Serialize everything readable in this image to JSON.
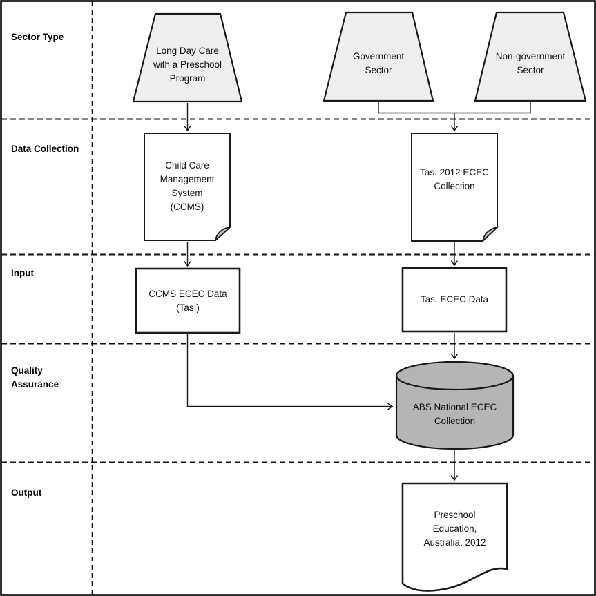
{
  "diagram": {
    "type": "flowchart",
    "row_labels": {
      "sector_type": {
        "label": "Sector Type",
        "lines": [
          "Sector Type"
        ]
      },
      "data_collection": {
        "label": "Data Collection",
        "lines": [
          "Data Collection"
        ]
      },
      "input": {
        "label": "Input",
        "lines": [
          "Input"
        ]
      },
      "quality_assurance": {
        "label": "Quality Assurance",
        "lines": [
          "Quality",
          "Assurance"
        ]
      },
      "output": {
        "label": "Output",
        "lines": [
          "Output"
        ]
      }
    },
    "nodes": {
      "long_day_care": {
        "shape": "trapezoid",
        "label": "Long Day Care with a Preschool Program",
        "lines": [
          "Long Day Care",
          "with a Preschool",
          "Program"
        ]
      },
      "government": {
        "shape": "trapezoid",
        "label": "Government Sector",
        "lines": [
          "Government",
          "Sector"
        ]
      },
      "non_government": {
        "shape": "trapezoid",
        "label": "Non-government Sector",
        "lines": [
          "Non-government",
          "Sector"
        ]
      },
      "ccms": {
        "shape": "document",
        "label": "Child Care Management System (CCMS)",
        "lines": [
          "Child Care",
          "Management",
          "System",
          "(CCMS)"
        ]
      },
      "tas_2012_collection": {
        "shape": "document",
        "label": "Tas. 2012 ECEC Collection",
        "lines": [
          "Tas. 2012 ECEC",
          "Collection"
        ]
      },
      "ccms_ecec_data": {
        "shape": "rectangle",
        "label": "CCMS ECEC Data (Tas.)",
        "lines": [
          "CCMS ECEC Data",
          "(Tas.)"
        ]
      },
      "tas_ecec_data": {
        "shape": "rectangle",
        "label": "Tas. ECEC Data",
        "lines": [
          "Tas. ECEC Data"
        ]
      },
      "abs_national_collection": {
        "shape": "cylinder",
        "label": "ABS National ECEC Collection",
        "lines": [
          "ABS National ECEC",
          "Collection"
        ]
      },
      "preschool_education": {
        "shape": "wavy-document",
        "label": "Preschool Education, Australia, 2012",
        "lines": [
          "Preschool",
          "Education,",
          "Australia, 2012"
        ]
      }
    },
    "edges": [
      {
        "from": "long_day_care",
        "to": "ccms"
      },
      {
        "from": "government",
        "to": "tas_2012_collection"
      },
      {
        "from": "non_government",
        "to": "tas_2012_collection"
      },
      {
        "from": "ccms",
        "to": "ccms_ecec_data"
      },
      {
        "from": "tas_2012_collection",
        "to": "tas_ecec_data"
      },
      {
        "from": "ccms_ecec_data",
        "to": "abs_national_collection"
      },
      {
        "from": "tas_ecec_data",
        "to": "abs_national_collection"
      },
      {
        "from": "abs_national_collection",
        "to": "preschool_education"
      }
    ],
    "colors": {
      "trapezoid_fill": "#eeeeee",
      "cylinder_fill": "#b5b5b5",
      "document_fill": "#ffffff",
      "fold_fill": "#bfbfbf",
      "line": "#1a1a1a",
      "background": "#ffffff"
    }
  }
}
